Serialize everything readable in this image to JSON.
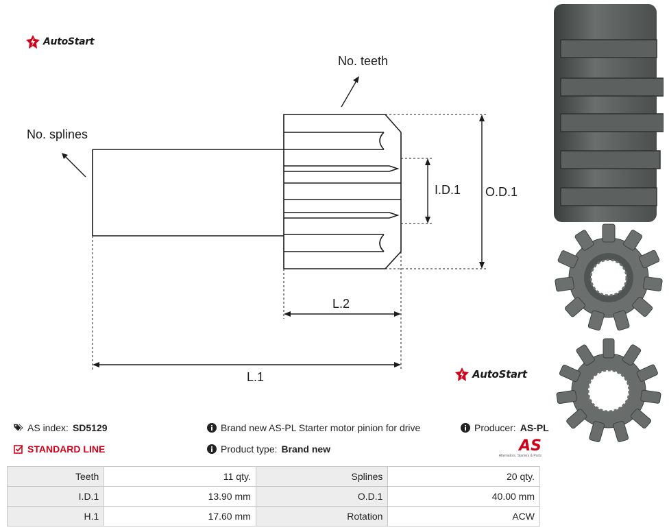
{
  "brand": {
    "name": "AutoStart",
    "accent": "#d0021b"
  },
  "diagram": {
    "labels": {
      "no_teeth": "No. teeth",
      "no_splines": "No. splines",
      "id1": "I.D.1",
      "od1": "O.D.1",
      "l2": "L.2",
      "l1": "L.1"
    }
  },
  "info": {
    "as_index_label": "AS index:",
    "as_index_value": "SD5129",
    "standard_line": "STANDARD LINE",
    "description": "Brand new AS-PL Starter motor pinion for drive",
    "product_type_label": "Product type:",
    "product_type_value": "Brand new",
    "producer_label": "Producer:",
    "producer_value": "AS-PL",
    "producer_logo_text": "AS",
    "producer_logo_tagline": "Alternators, Starters & Parts"
  },
  "specs": [
    [
      "Teeth",
      "11 qty.",
      "Splines",
      "20 qty."
    ],
    [
      "I.D.1",
      "13.90 mm",
      "O.D.1",
      "40.00 mm"
    ],
    [
      "H.1",
      "17.60 mm",
      "Rotation",
      "ACW"
    ]
  ]
}
